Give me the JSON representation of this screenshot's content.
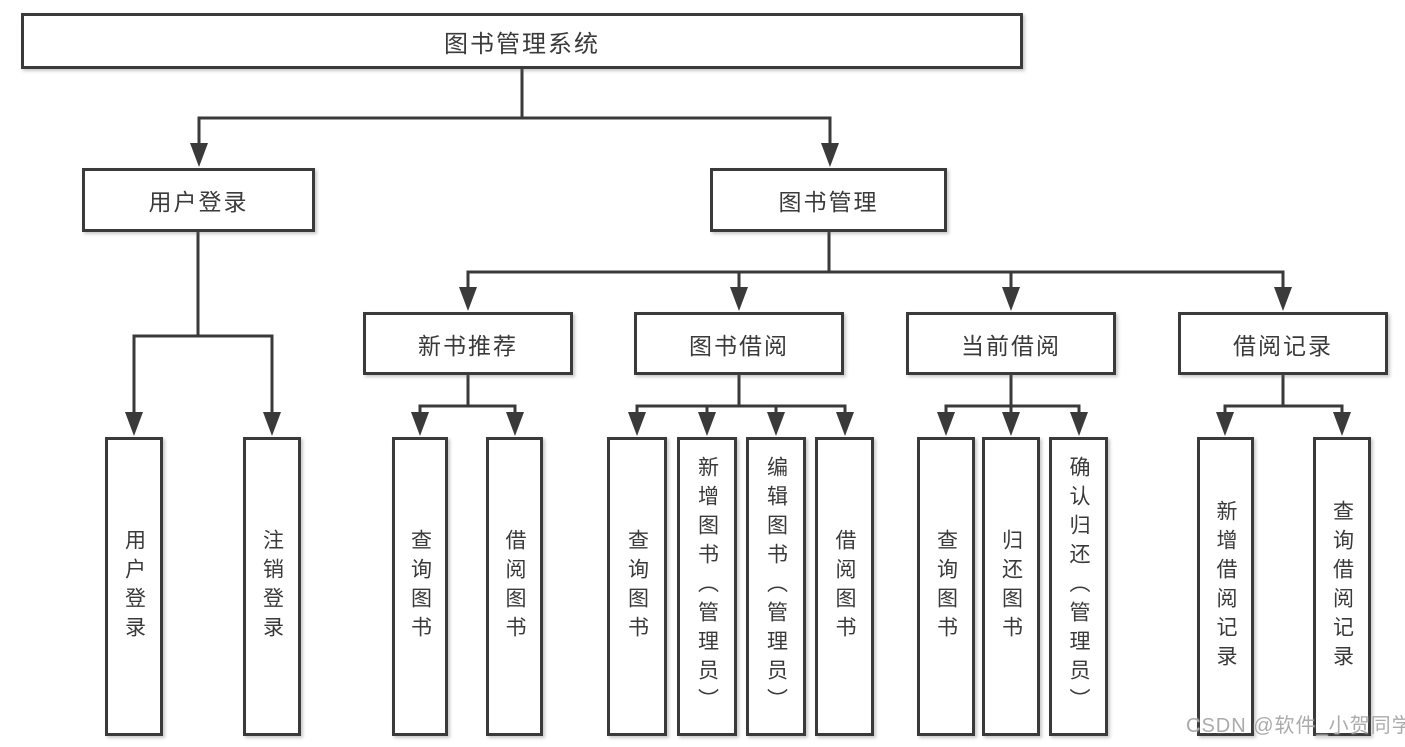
{
  "tree": {
    "root": {
      "label": "图书管理系统",
      "children": [
        {
          "label": "用户登录",
          "children": [
            {
              "label": "用户登录"
            },
            {
              "label": "注销登录"
            }
          ]
        },
        {
          "label": "图书管理",
          "children": [
            {
              "label": "新书推荐",
              "children": [
                {
                  "label": "查询图书"
                },
                {
                  "label": "借阅图书"
                }
              ]
            },
            {
              "label": "图书借阅",
              "children": [
                {
                  "label": "查询图书"
                },
                {
                  "label": "新增图书（管理员）"
                },
                {
                  "label": "编辑图书（管理员）"
                },
                {
                  "label": "借阅图书"
                }
              ]
            },
            {
              "label": "当前借阅",
              "children": [
                {
                  "label": "查询图书"
                },
                {
                  "label": "归还图书"
                },
                {
                  "label": "确认归还（管理员）"
                }
              ]
            },
            {
              "label": "借阅记录",
              "children": [
                {
                  "label": "新增借阅记录"
                },
                {
                  "label": "查询借阅记录"
                }
              ]
            }
          ]
        }
      ]
    }
  },
  "watermark": {
    "text": "CSDN @软件_小贺同学"
  },
  "colors": {
    "line": "#3a3a3a",
    "text": "#3a3a3a",
    "watermark": "#ababab",
    "background": "#ffffff"
  }
}
